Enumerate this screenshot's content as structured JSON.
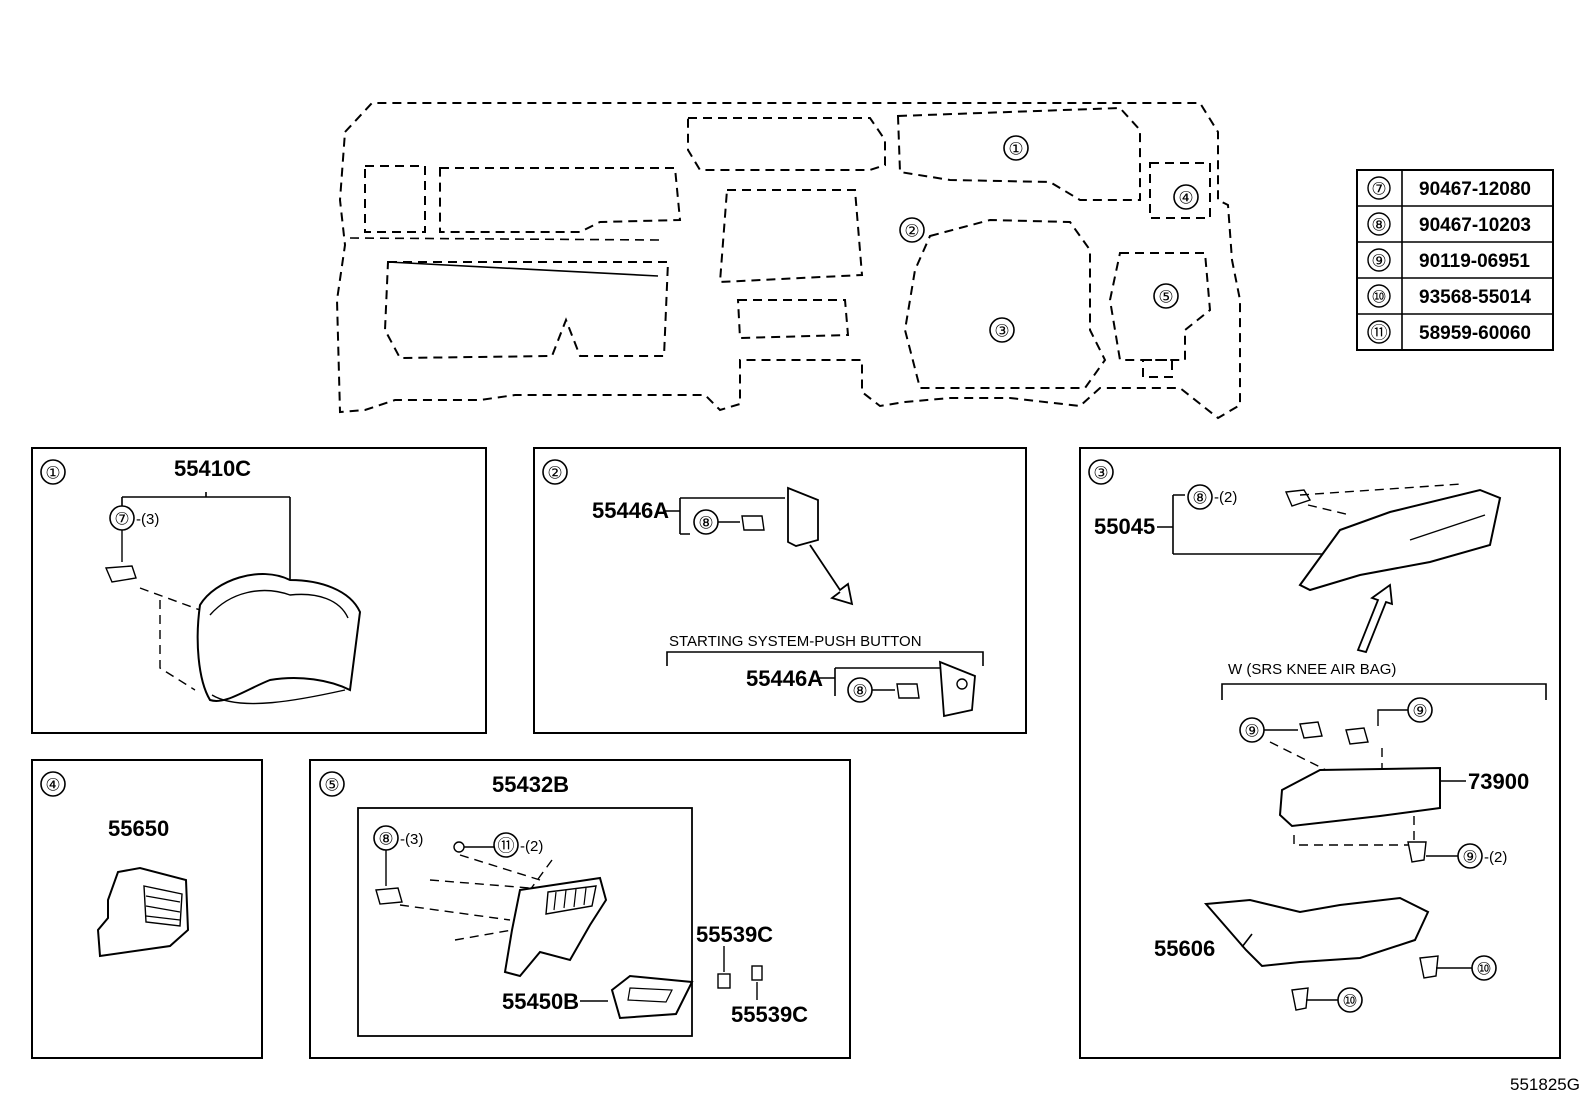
{
  "legend_table": [
    {
      "key": "⑦",
      "part": "90467-12080"
    },
    {
      "key": "⑧",
      "part": "90467-10203"
    },
    {
      "key": "⑨",
      "part": "90119-06951"
    },
    {
      "key": "⑩",
      "part": "93568-55014"
    },
    {
      "key": "⑪",
      "part": "58959-60060"
    }
  ],
  "overview": {
    "markers": [
      "①",
      "②",
      "③",
      "④",
      "⑤"
    ]
  },
  "panels": {
    "p1": {
      "num": "①",
      "part": "55410C",
      "clip": "⑦",
      "clip_qty": "-(3)"
    },
    "p2": {
      "num": "②",
      "part_a": "55446A",
      "clip_a": "⑧",
      "caption": "STARTING SYSTEM-PUSH BUTTON",
      "part_b": "55446A",
      "clip_b": "⑧"
    },
    "p3": {
      "num": "③",
      "part_main": "55045",
      "clip_main": "⑧",
      "clip_main_qty": "-(2)",
      "caption": "W (SRS KNEE AIR BAG)",
      "bolt_left": "⑨",
      "bolt_right": "⑨",
      "part_bag": "73900",
      "bolt_low": "⑨",
      "bolt_low_qty": "-(2)",
      "part_lower": "55606",
      "screw_a": "⑩",
      "screw_b": "⑩"
    },
    "p4": {
      "num": "④",
      "part": "55650"
    },
    "p5": {
      "num": "⑤",
      "part_top": "55432B",
      "clip": "⑧",
      "clip_qty": "-(3)",
      "screw": "⑪",
      "screw_qty": "-(2)",
      "part_box": "55450B",
      "part_c1": "55539C",
      "part_c2": "55539C"
    }
  },
  "diagram_code": "551825G"
}
